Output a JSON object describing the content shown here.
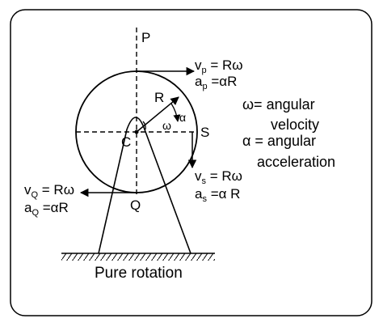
{
  "diagram": {
    "points": {
      "top": "P",
      "center": "C",
      "bottom": "Q",
      "right": "S"
    },
    "radius_label": "R",
    "omega_symbol": "ω",
    "alpha_symbol": "α",
    "equations": {
      "p_velocity": {
        "var": "v",
        "sub": "p",
        "rhs": " = Rω"
      },
      "p_accel": {
        "var": "a",
        "sub": "p",
        "rhs": " =αR"
      },
      "s_velocity": {
        "var": "v",
        "sub": "s",
        "rhs": " = Rω"
      },
      "s_accel": {
        "var": "a",
        "sub": "s",
        "rhs": " =α R"
      },
      "q_velocity": {
        "var": "v",
        "sub": "Q",
        "rhs": " = Rω"
      },
      "q_accel": {
        "var": "a",
        "sub": "Q",
        "rhs": " =αR"
      }
    },
    "legend": {
      "omega_line": "ω= angular",
      "omega_line2": "velocity",
      "alpha_line": "α  = angular",
      "alpha_line2": "acceleration"
    },
    "caption": "Pure rotation"
  }
}
